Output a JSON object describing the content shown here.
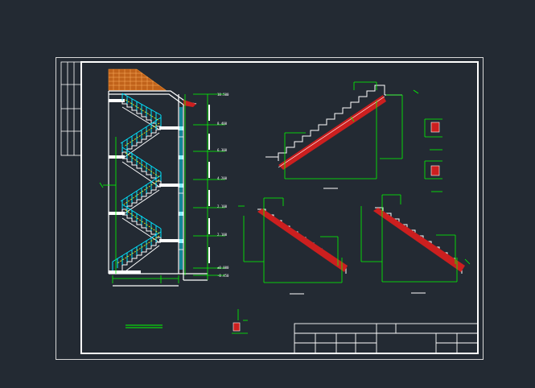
{
  "drawing": {
    "type": "stair-section-cad-sheet",
    "elevations": [
      "10.500",
      "8.400",
      "6.300",
      "4.200",
      "2.100",
      "±0.000",
      "-0.450"
    ],
    "colors": {
      "background": "#232a33",
      "frame": "#ffffff",
      "dimension": "#00ff00",
      "rail": "#00ffff",
      "section_fill": "#cc1f1f",
      "roof_tile": "#e07a1a",
      "handrail": "#ffff00"
    },
    "icons": [
      "roof-tiles",
      "stair-railing",
      "stair-flight",
      "column-section"
    ]
  }
}
